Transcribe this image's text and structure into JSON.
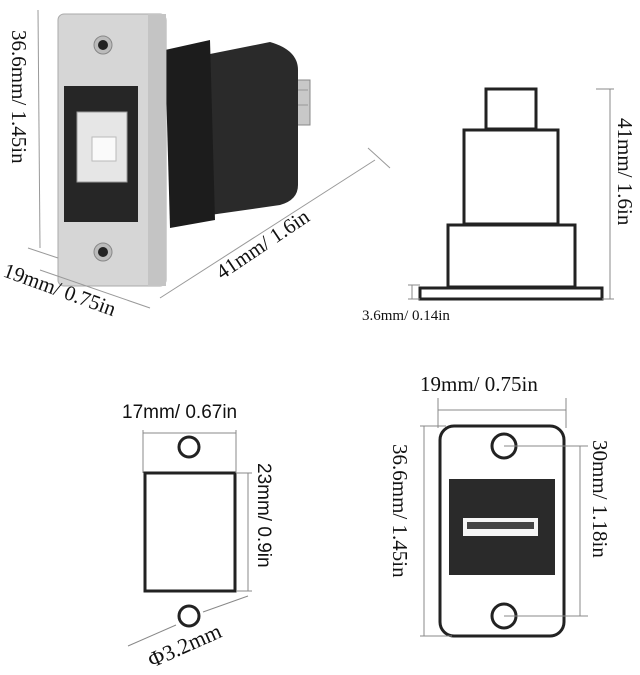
{
  "product_photo": {
    "height_label": "36.6mm/ 1.45in",
    "width_label": "19mm/ 0.75in",
    "depth_label": "41mm/ 1.6in"
  },
  "side_view": {
    "length_label": "41mm/ 1.6in",
    "plate_thickness_label": "3.6mm/ 0.14in"
  },
  "panel_cutout": {
    "width_label": "17mm/ 0.67in",
    "height_label": "23mm/ 0.9in",
    "hole_diameter_label": "Φ3.2mm"
  },
  "front_view": {
    "width_label": "19mm/ 0.75in",
    "height_label": "36.6mm/ 1.45in",
    "hole_spacing_label": "30mm/ 1.18in"
  },
  "colors": {
    "plate_silver": "#d9d9d9",
    "body_black": "#222222",
    "line": "#222222",
    "dim_line": "#888888"
  }
}
